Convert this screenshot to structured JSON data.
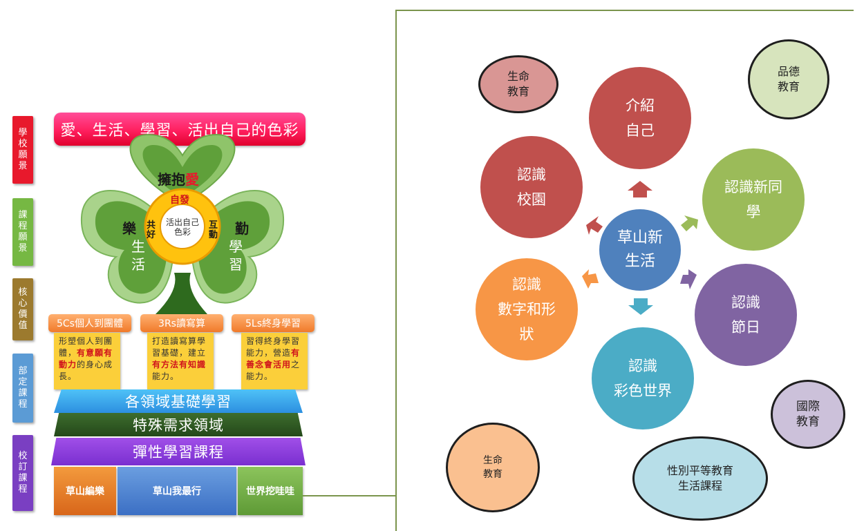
{
  "side_labels": [
    "學校願景",
    "課程願景",
    "核心價值",
    "部定課程",
    "校訂課程"
  ],
  "vision_banner": "愛、生活、學習、活出自己的色彩",
  "flower": {
    "top_petal": "擁抱",
    "top_petal_accent": "愛",
    "left_petal": [
      "樂",
      "生",
      "活"
    ],
    "right_petal": [
      "勤",
      "學",
      "習"
    ],
    "ring_top": "自發",
    "ring_left": "共好",
    "ring_right": "互動",
    "center": "活出自己色彩"
  },
  "core_values": [
    {
      "title": "5Cs個人到團體",
      "desc_before": "形塑個人到團體，",
      "desc_em": "有意願有動力",
      "desc_after": "的身心成長。"
    },
    {
      "title": "3Rs讀寫算",
      "desc_before": "打造讀寫算學習基礎，建立",
      "desc_em": "有方法有知識",
      "desc_after": "能力。"
    },
    {
      "title": "5Ls終身學習",
      "desc_before": "習得終身學習能力，營造",
      "desc_em": "有善念會活用",
      "desc_after": "之能力。"
    }
  ],
  "tiers": [
    "各領域基礎學習",
    "特殊需求領域",
    "彈性學習課程"
  ],
  "school_courses": [
    "草山編樂",
    "草山我最行",
    "世界挖哇哇"
  ],
  "center_topic": "草山新\n生活",
  "topics": [
    {
      "label": "介紹\n自己",
      "color": "#c0504d"
    },
    {
      "label": "認識新同\n學",
      "color": "#9bbb59"
    },
    {
      "label": "認識\n節日",
      "color": "#8064a2"
    },
    {
      "label": "認識\n彩色世界",
      "color": "#4bacc6"
    },
    {
      "label": "認識\n數字和形\n狀",
      "color": "#f79646"
    },
    {
      "label": "認識\n校園",
      "color": "#c0504d"
    }
  ],
  "side_topics": [
    {
      "label": "生命\n教育",
      "color": "#d99694"
    },
    {
      "label": "品德\n教育",
      "color": "#d7e4bd"
    },
    {
      "label": "國際\n教育",
      "color": "#ccc1da"
    },
    {
      "label": "性別平等教育\n生活課程",
      "color": "#b7dee8"
    },
    {
      "label": "生命\n教育",
      "color": "#fac090"
    }
  ]
}
